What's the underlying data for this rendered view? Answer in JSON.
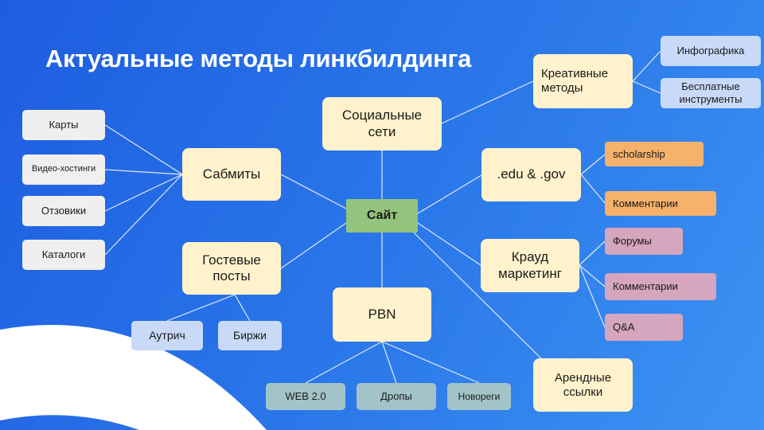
{
  "title": "Актуальные методы линкбилдинга",
  "center": "Сайт",
  "colors": {
    "center": "#93c47d",
    "main": "#fff2cc",
    "grey": "#efefef",
    "light_blue": "#c9daf8",
    "orange": "#f6b26b",
    "pink": "#d5a6bd",
    "teal": "#a2c4c9"
  },
  "nodes": {
    "social": "Социальные сети",
    "submits": "Сабмиты",
    "guest": "Гостевые посты",
    "pbn": "PBN",
    "creative": "Креативные методы",
    "edu": ".edu & .gov",
    "crowd": "Крауд маркетинг",
    "rent": "Арендные ссылки"
  },
  "submits_children": [
    "Карты",
    "Видео-хостинги",
    "Отзовики",
    "Каталоги"
  ],
  "guest_children": [
    "Аутрич",
    "Биржи"
  ],
  "pbn_children": [
    "WEB 2.0",
    "Дропы",
    "Новореги"
  ],
  "creative_children": [
    "Инфографика",
    "Бесплатные инструменты"
  ],
  "edu_children": [
    "scholarship",
    "Комментарии"
  ],
  "crowd_children": [
    "Форумы",
    "Комментарии",
    "Q&A"
  ]
}
